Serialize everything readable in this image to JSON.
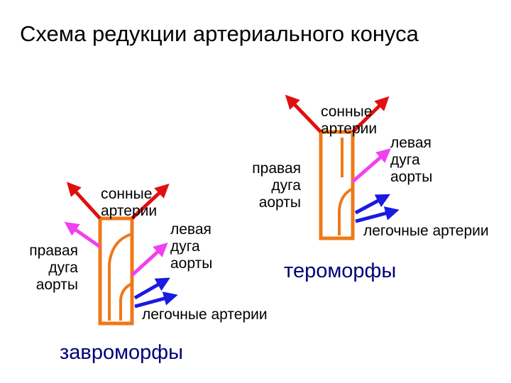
{
  "title": "Схема редукции артериального конуса",
  "left": {
    "carotid": [
      "сонные",
      "артерии"
    ],
    "right_arch": [
      "правая",
      "дуга",
      "аорты"
    ],
    "left_arch": [
      "левая",
      "дуга",
      "аорты"
    ],
    "pulmonary": "легочные артерии",
    "group": "завроморфы"
  },
  "right": {
    "carotid": [
      "сонные",
      "артерии"
    ],
    "right_arch": [
      "правая",
      "дуга",
      "аорты"
    ],
    "left_arch": [
      "левая",
      "дуга",
      "аорты"
    ],
    "pulmonary": "легочные артерии",
    "group": "тероморфы"
  },
  "colors": {
    "cone": "#f07818",
    "carotid_arrow": "#e01010",
    "arch_arrow": "#f040f0",
    "pulmonary_arrow": "#1a1ae0",
    "group_text": "#00007a"
  }
}
